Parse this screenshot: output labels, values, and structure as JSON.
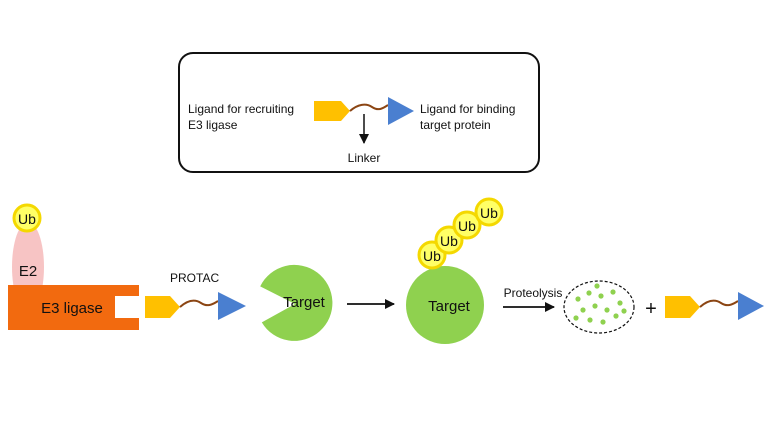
{
  "legend": {
    "e3_ligand_label_line1": "Ligand for recruiting",
    "e3_ligand_label_line2": "E3 ligase",
    "target_ligand_label_line1": "Ligand for binding",
    "target_ligand_label_line2": "target protein",
    "linker_label": "Linker"
  },
  "process": {
    "ub_label": "Ub",
    "e2_label": "E2",
    "e3_label": "E3 ligase",
    "protac_label": "PROTAC",
    "target_label": "Target",
    "proteolysis_label": "Proteolysis",
    "plus_sign": "+"
  },
  "colors": {
    "e3_ligase": "#f26a0f",
    "e2": "#f7c4c4",
    "ubiquitin": "#ffff66",
    "ubiquitin_ring": "#f4d800",
    "target": "#8fd14f",
    "e3_ligand": "#ffc000",
    "target_ligand": "#4a7fd0",
    "linker": "#8b4513",
    "fragments": "#8fd14f"
  }
}
